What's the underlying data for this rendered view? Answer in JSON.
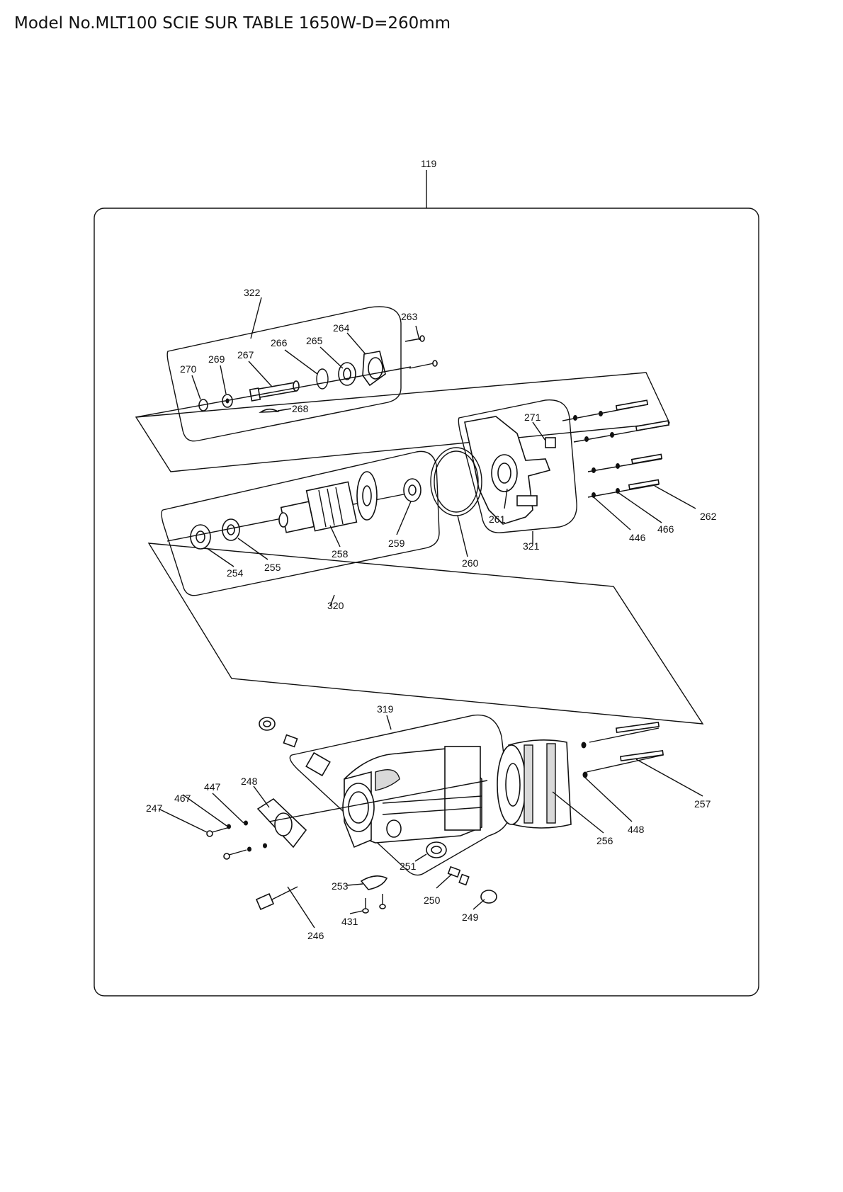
{
  "title": "Model No.MLT100 SCIE SUR TABLE 1650W-D=260mm",
  "diagram": {
    "labels": {
      "p119": "119",
      "p322": "322",
      "p263": "263",
      "p264": "264",
      "p265": "265",
      "p266": "266",
      "p267": "267",
      "p269": "269",
      "p270": "270",
      "p268": "268",
      "p271": "271",
      "p262": "262",
      "p466": "466",
      "p446": "446",
      "p321": "321",
      "p261": "261",
      "p260": "260",
      "p259": "259",
      "p258": "258",
      "p255": "255",
      "p254": "254",
      "p320": "320",
      "p319": "319",
      "p257": "257",
      "p448": "448",
      "p256": "256",
      "p251": "251",
      "p250": "250",
      "p249": "249",
      "p253": "253",
      "p431": "431",
      "p246": "246",
      "p248": "248",
      "p447": "447",
      "p467": "467",
      "p247": "247"
    }
  }
}
